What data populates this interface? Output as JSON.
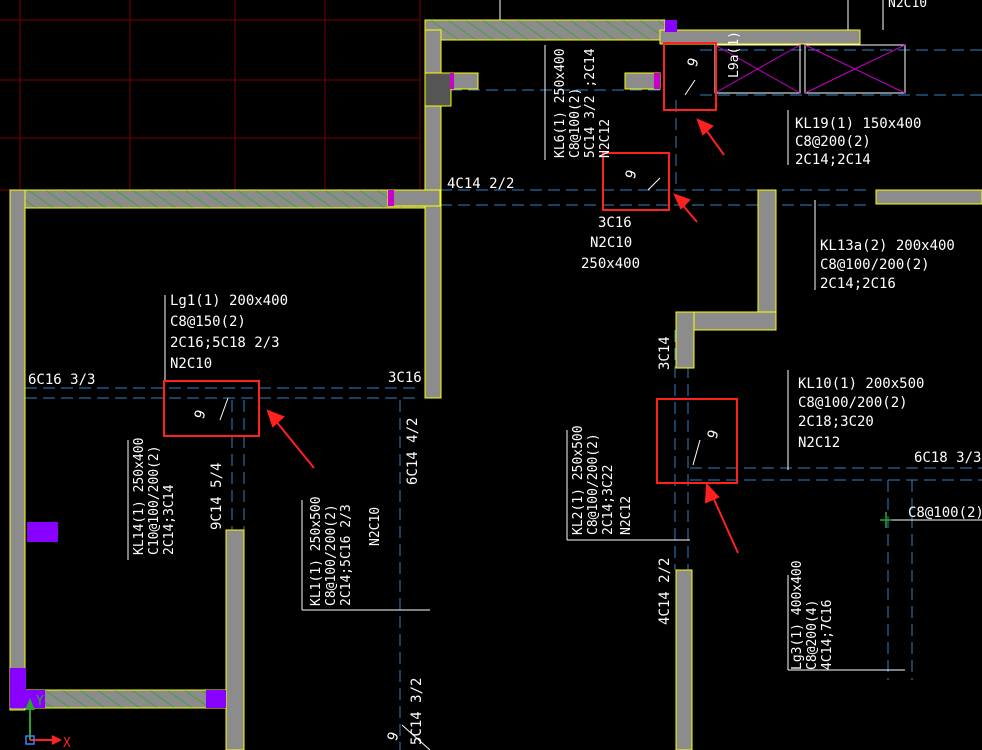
{
  "colors": {
    "background": "#000000",
    "wall": "#8c8c8c",
    "wall_outline": "#ffff00",
    "hatch": "#2aa52a",
    "magenta": "#c800c8",
    "purple": "#8800ff",
    "annotation_box": "#ff2020",
    "dashed_axis": "#2f7fbf",
    "red_grid": "#7a0000"
  },
  "annotations": {
    "kl6": [
      "KL6(1) 250x400",
      "C8@100(2)",
      "5C14 3/2 ;2C14",
      "N2C12"
    ],
    "kl19": [
      "KL19(1) 150x400",
      "C8@200(2)",
      "2C14;2C14"
    ],
    "kl19_vertical": "L9a(1)",
    "kl19_top_right": "N2C10",
    "beam_4c14_22": "4C14 2/2",
    "beam_3c16_top": "3C16",
    "beam_n2c10": "N2C10",
    "beam_250x400": "250x400",
    "kl13a": [
      "KL13a(2) 200x400",
      "C8@100/200(2)",
      "2C14;2C16"
    ],
    "lg1": [
      "Lg1(1) 200x400",
      "C8@150(2)",
      "2C16;5C18 2/3",
      "N2C10"
    ],
    "beam_6c16_33": "6C16 3/3",
    "beam_3c16_mid": "3C16",
    "beam_3c14": "3C14",
    "kl10": [
      "KL10(1) 200x500",
      "C8@100/200(2)",
      "2C18;3C20",
      "N2C12"
    ],
    "beam_6c18_33": "6C18 3/3",
    "c8_100_2": "C8@100(2)",
    "kl14": [
      "KL14(1) 250x400",
      "C10@100/200(2)",
      "2C14;3C14"
    ],
    "beam_9c14_54": "9C14 5/4",
    "beam_6c14_42": "6C14 4/2",
    "kl1": [
      "KL1(1) 250x500",
      "C8@100/200(2)",
      "2C14;5C16 2/3",
      "N2C10"
    ],
    "kl2": [
      "KL2(1) 250x500",
      "C8@100/200(2)",
      "2C14;3C22",
      "N2C12"
    ],
    "beam_4c14_22_lower": "4C14 2/2",
    "lg3": [
      "Lg3(1) 400x400",
      "C8@200(4)",
      "4C14;7C16"
    ],
    "beam_5c14_32": "5C14 3/2",
    "marker_g": "9",
    "axis_x": "X",
    "axis_y": "Y"
  }
}
